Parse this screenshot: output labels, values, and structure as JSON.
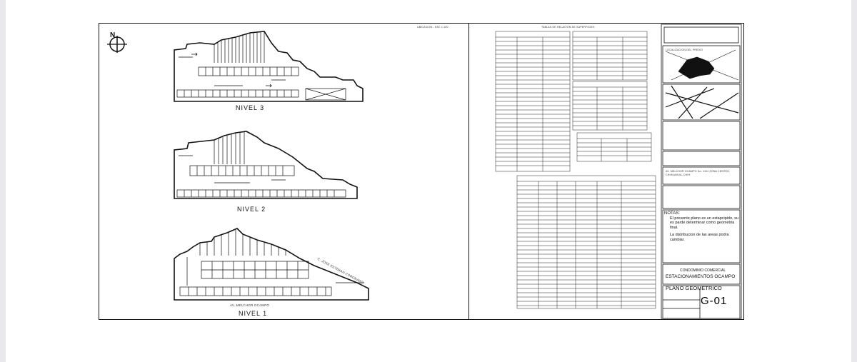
{
  "sheet": {
    "scale_note": "UBICACION - ESC 1:100",
    "tables_heading": "TABLAS DE RELACION DE SUPERFICIES",
    "north_symbol": "N",
    "levels": [
      {
        "label": "NIVEL 3"
      },
      {
        "label": "NIVEL 2"
      },
      {
        "label": "NIVEL 1"
      }
    ],
    "streets": {
      "bottom": "AV. MELCHOR OCAMPO",
      "side": "C. JOSE ESTEBAN CORONADO"
    },
    "location_plan_title": "LOCALIZACION DEL PREDIO",
    "notes": {
      "heading": "NOTAS:",
      "items": [
        "El presente plano es un estapcipido, su es parde determinar como geometria final.",
        "La distribucion de las areas podra cambiar."
      ]
    },
    "project": {
      "address": "AV. MELCHOR OCAMPO No. 1411 ZONA CENTRO, CHIHUAHUA, CHIH.",
      "type": "CONDOMINIO COMERCIAL",
      "name": "ESTACIONAMIENTOS OCAMPO",
      "plan_title": "PLANO GEOMETRICO",
      "sheet_code": "G-01"
    }
  }
}
